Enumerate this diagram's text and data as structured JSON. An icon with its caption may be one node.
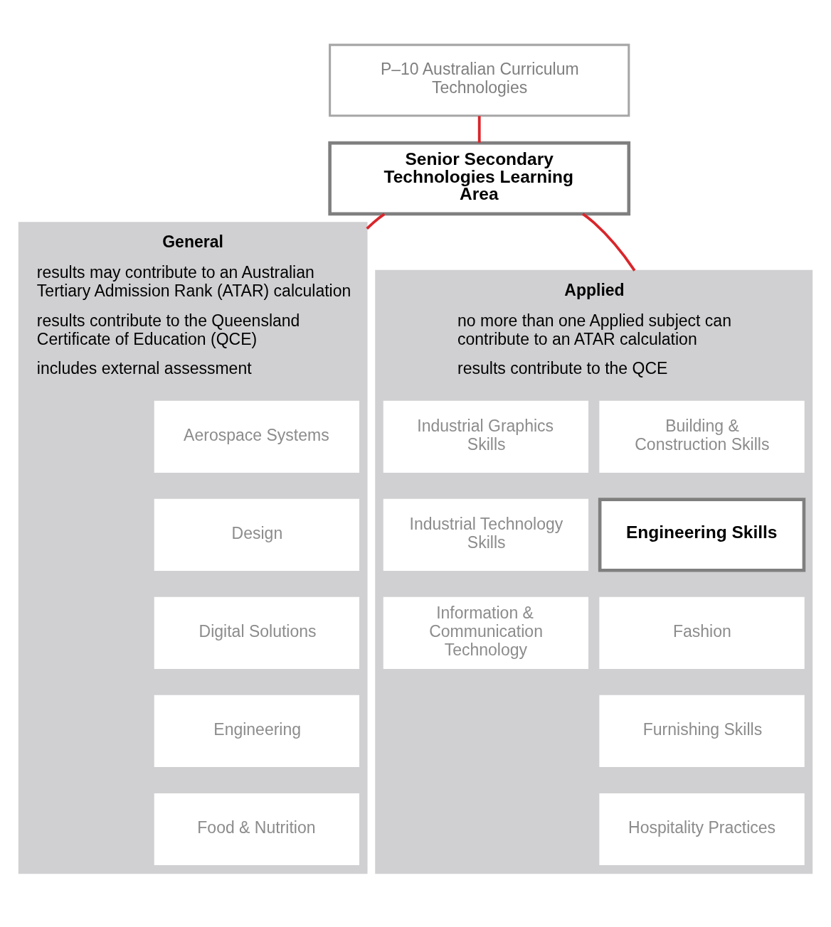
{
  "diagram": {
    "nodes": [
      {
        "text": [
          "P–10 Australian Curriculum Technologies"
        ]
      },
      {
        "text": [
          "Senior Secondary Technologies Learning Area"
        ]
      },
      {
        "text": [
          "General",
          "results may contribute to an Australian Tertiary Admission Rank (ATAR) calculation",
          "results contribute to the Queensland Certificate of Education (QCE)",
          "includes external assessment"
        ]
      },
      {
        "text": [
          "Applied",
          "no more than one Applied subject can contribute to an ATAR calculation",
          "results contribute to the QCE"
        ]
      },
      {
        "text": [
          "Aerospace Systems"
        ],
        "in": 2
      },
      {
        "text": [
          "Design"
        ],
        "in": 2
      },
      {
        "text": [
          "Digital Solutions"
        ],
        "in": 2
      },
      {
        "text": [
          "Engineering"
        ],
        "in": 2
      },
      {
        "text": [
          "Food & Nutrition"
        ],
        "in": 2
      },
      {
        "text": [
          "Building & Construction Skills"
        ],
        "in": 3
      },
      {
        "text": [
          "Industrial Graphics Skills"
        ],
        "in": 3
      },
      {
        "text": [
          "Engineering Skills"
        ],
        "in": 3
      },
      {
        "text": [
          "Industrial Technology Skills"
        ],
        "in": 3
      },
      {
        "text": [
          "Fashion"
        ],
        "in": 3
      },
      {
        "text": [
          "Information & Communication Technology"
        ],
        "in": 3
      },
      {
        "text": [
          "Furnishing Skills"
        ],
        "in": 3
      },
      {
        "text": [
          "Hospitality Practices"
        ],
        "in": 3
      }
    ],
    "edges": [
      {
        "from": 0,
        "to": 1,
        "arrow": "none"
      },
      {
        "from": 1,
        "to": 2,
        "arrow": "none"
      },
      {
        "from": 1,
        "to": 3,
        "arrow": "none"
      }
    ]
  }
}
